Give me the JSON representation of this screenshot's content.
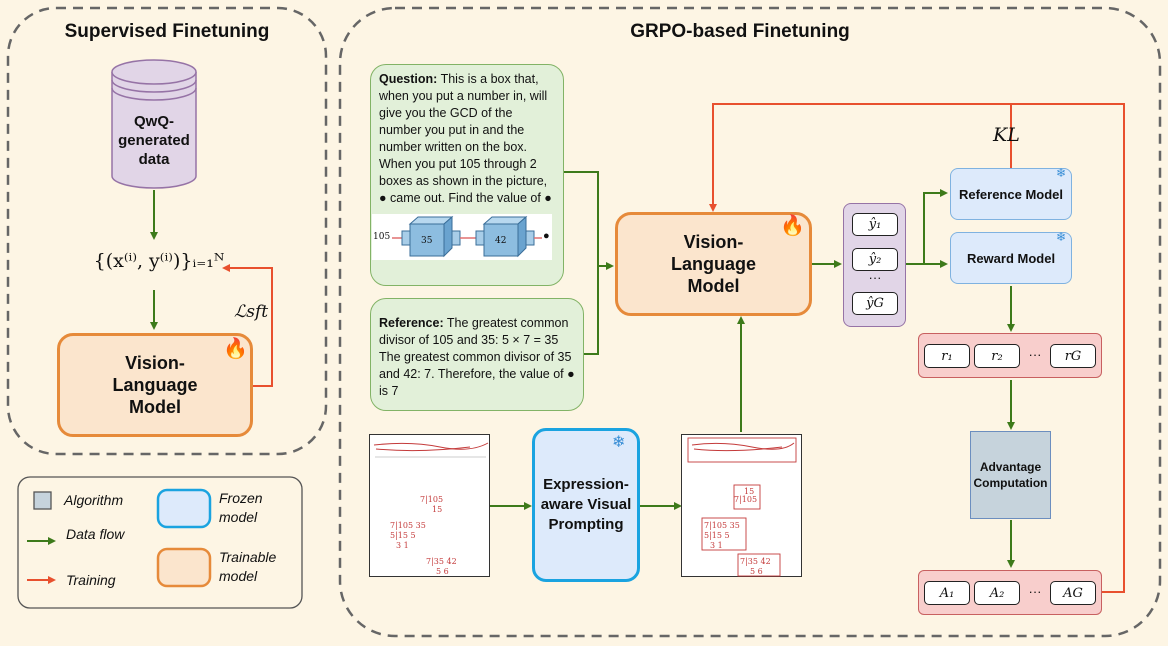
{
  "sections": {
    "sft_title": "Supervised Finetuning",
    "grpo_title": "GRPO-based Finetuning"
  },
  "sft": {
    "database_label": "QwQ-generated data",
    "dataset_math": "{(x⁽ⁱ⁾, y⁽ⁱ⁾)}ᵢ₌₁ᴺ",
    "loss_label": "ℒsft",
    "model_label": "Vision-Language Model"
  },
  "question_card": {
    "label": "Question:",
    "text": "This is a box that, when you put a number in, will give you the GCD of the number you put in and the number written on the box. When you put 105 through 2 boxes as shown in the picture, ● came out. Find the value of ●",
    "figure": {
      "input": "105",
      "box1": "35",
      "box2": "42",
      "output": "●"
    }
  },
  "reference_card": {
    "label": "Reference:",
    "text": "The greatest common divisor of 105 and 35: 5 × 7 = 35 The greatest common divisor of 35 and 42: 7. Therefore, the value of ● is 7"
  },
  "grpo": {
    "model_label": "Vision-Language Model",
    "outputs": [
      "ŷ₁",
      "ŷ₂",
      "···",
      "ŷG"
    ],
    "reference_model": "Reference Model",
    "reward_model": "Reward Model",
    "kl_label": "KL",
    "rewards": [
      "r₁",
      "r₂",
      "···",
      "rG"
    ],
    "advantage_label": "Advantage Computation",
    "advantages": [
      "A₁",
      "A₂",
      "···",
      "AG"
    ],
    "prompting_label": "Expression-aware Visual Prompting"
  },
  "legend": {
    "algorithm": "Algorithm",
    "data_flow": "Data flow",
    "training": "Training",
    "frozen": "Frozen model",
    "trainable": "Trainable model"
  },
  "handwriting": {
    "line1": "7|105",
    "line1b": "15",
    "line2": "7|105 35",
    "line3": "5|15 5",
    "line3b": "3 1",
    "line4": "7|35 42",
    "line4b": "5 6"
  },
  "colors": {
    "data_flow": "#3d7a1a",
    "training": "#e8502e",
    "trainable_border": "#e68a3a",
    "frozen_border": "#1aa3e0"
  }
}
